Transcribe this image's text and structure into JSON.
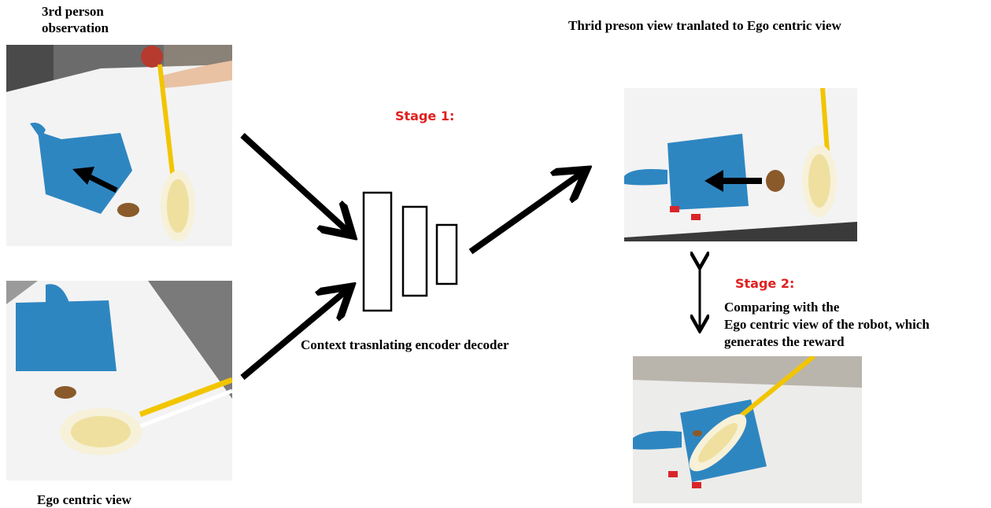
{
  "labels": {
    "third_person_line1": "3rd person",
    "third_person_line2": "observation",
    "ego_centric_view": "Ego centric view",
    "translated_title": "Thrid preson view tranlated to Ego centric view",
    "encoder_decoder": "Context trasnlating encoder decoder",
    "stage1": "Stage 1:",
    "stage2": "Stage 2:",
    "stage2_desc_line1": "Comparing with the",
    "stage2_desc_line2": "Ego centric view of the robot, which",
    "stage2_desc_line3": "generates the reward"
  },
  "colors": {
    "stage_label": "#e02020",
    "dustpan": "#2e86c1",
    "brush_handle": "#f2c500",
    "table": "#f2f2f2",
    "arrow": "#000000"
  },
  "images": [
    {
      "name": "third-person-photo",
      "content": "blue dustpan, duster with yellow handle, debris pile, arrow pointing into dustpan"
    },
    {
      "name": "ego-centric-photo",
      "content": "blue dustpan, debris pile, duster with yellow handle"
    },
    {
      "name": "translated-photo",
      "content": "blue dustpan viewed from above, debris, duster, arrow pointing into dustpan"
    },
    {
      "name": "robot-ego-photo",
      "content": "blue dustpan with duster sweeping debris"
    }
  ]
}
